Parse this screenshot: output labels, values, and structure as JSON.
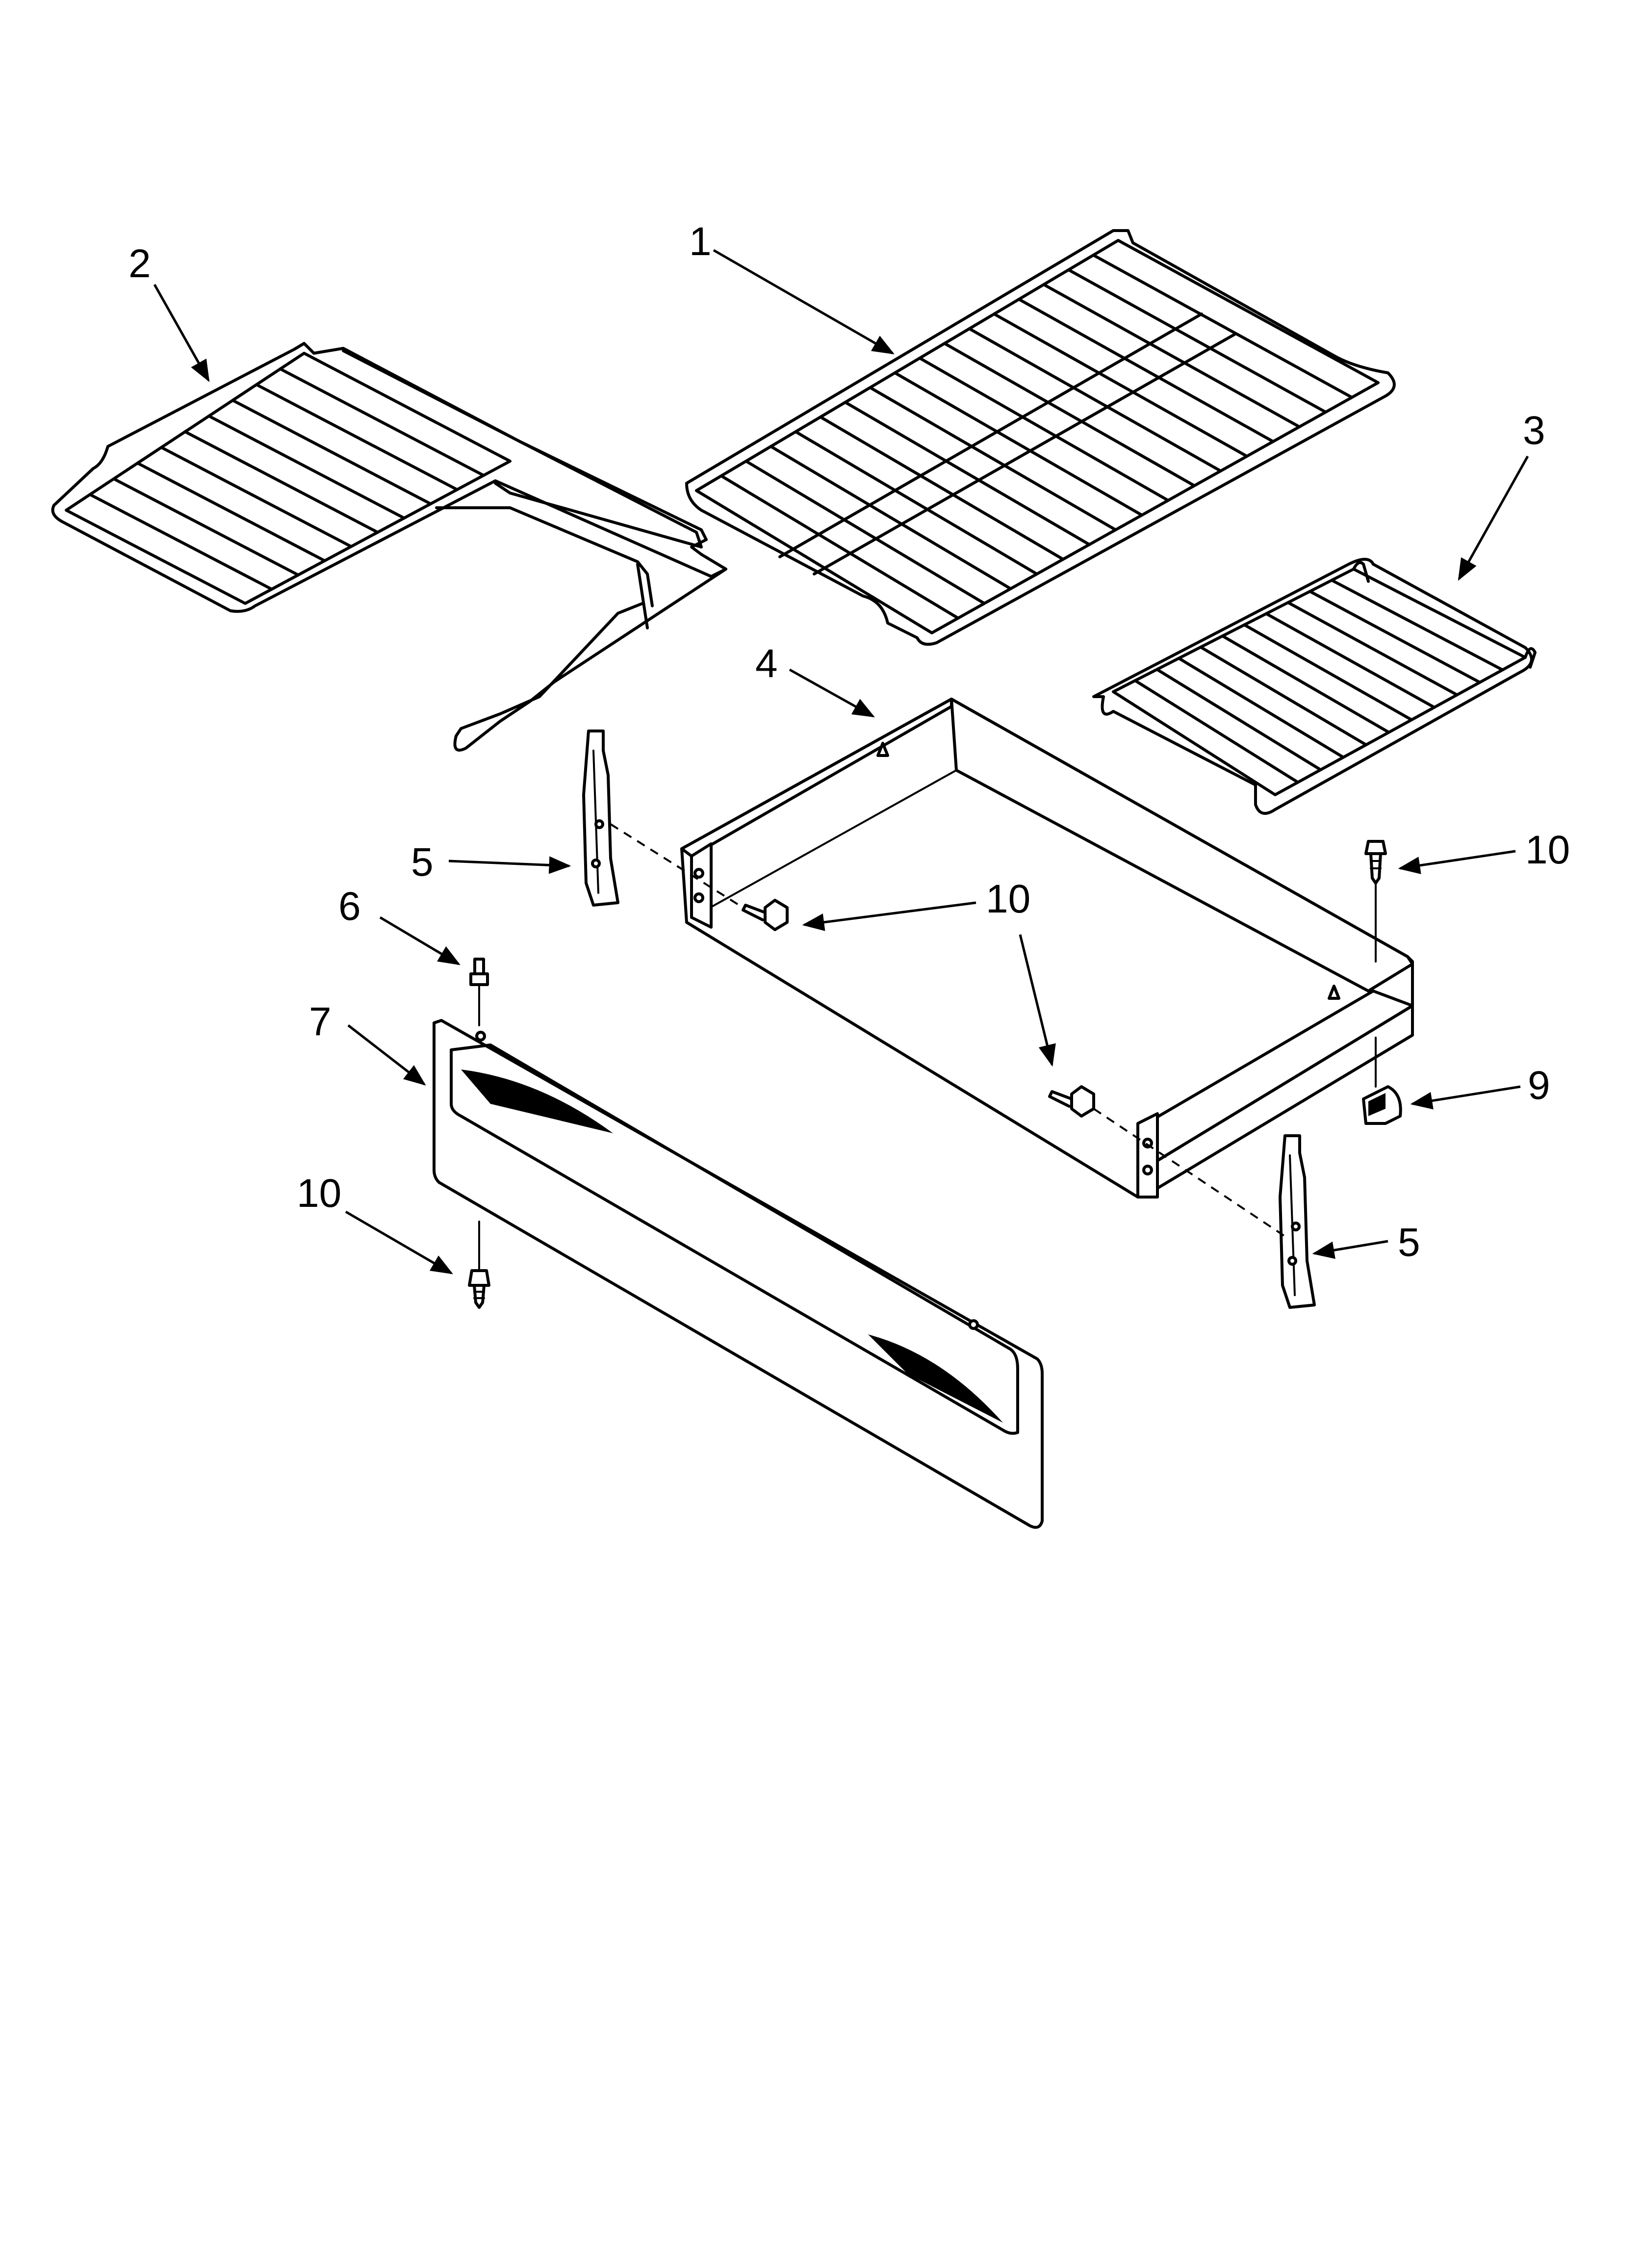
{
  "diagram": {
    "callouts": [
      {
        "id": "c1",
        "text": "1"
      },
      {
        "id": "c2",
        "text": "2"
      },
      {
        "id": "c3",
        "text": "3"
      },
      {
        "id": "c4",
        "text": "4"
      },
      {
        "id": "c5a",
        "text": "5"
      },
      {
        "id": "c5b",
        "text": "5"
      },
      {
        "id": "c6",
        "text": "6"
      },
      {
        "id": "c7",
        "text": "7"
      },
      {
        "id": "c9",
        "text": "9"
      },
      {
        "id": "c10a",
        "text": "10"
      },
      {
        "id": "c10b",
        "text": "10"
      },
      {
        "id": "c10c",
        "text": "10"
      }
    ]
  }
}
